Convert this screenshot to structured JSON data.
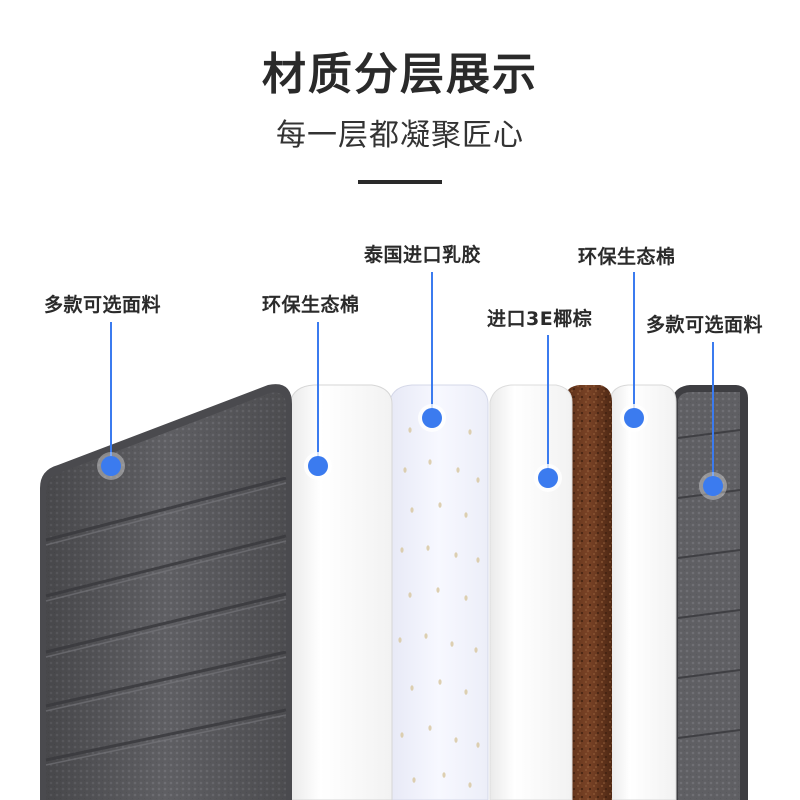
{
  "header": {
    "title": "材质分层展示",
    "subtitle": "每一层都凝聚匠心"
  },
  "accent_color": "#3b7bef",
  "layers": [
    {
      "label": "多款可选面料"
    },
    {
      "label": "环保生态棉"
    },
    {
      "label": "泰国进口乳胶"
    },
    {
      "label": "进口3E椰棕"
    },
    {
      "label": "环保生态棉"
    },
    {
      "label": "多款可选面料"
    }
  ]
}
